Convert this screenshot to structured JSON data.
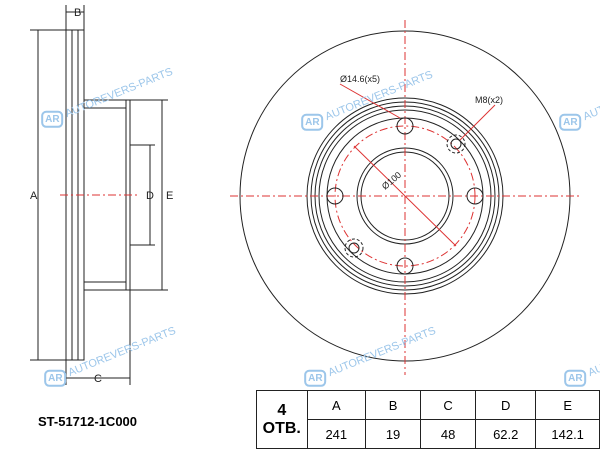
{
  "labels": {
    "A": "A",
    "B": "B",
    "C": "C",
    "D": "D",
    "E": "E"
  },
  "annotations": {
    "holes": "Ø14.6(x5)",
    "thread": "M8(x2)",
    "pcd": "Ø100"
  },
  "watermark": {
    "logo": "AR",
    "text": "AUTOREVERS-PARTS"
  },
  "part_number": "ST-51712-1C000",
  "table": {
    "holes_label": "4 ОТВ.",
    "headers": [
      "A",
      "B",
      "C",
      "D",
      "E"
    ],
    "values": [
      "241",
      "19",
      "48",
      "62.2",
      "142.1"
    ]
  }
}
